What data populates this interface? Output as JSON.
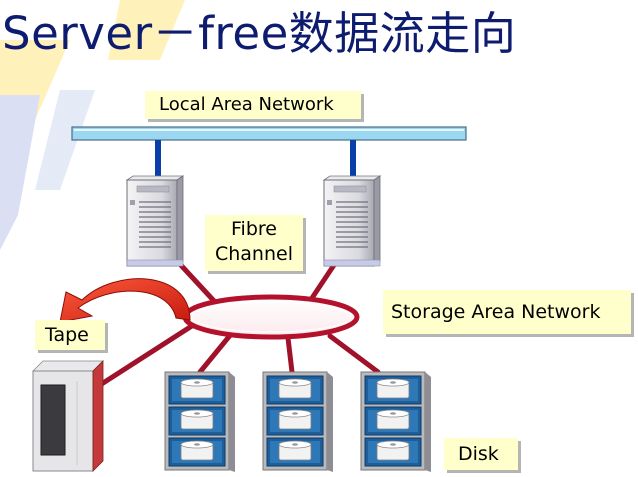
{
  "title": "Server－free数据流走向",
  "labels": {
    "lan": "Local Area Network",
    "fibre_line1": "Fibre",
    "fibre_line2": "Channel",
    "san": "Storage Area Network",
    "tape": "Tape",
    "disk": "Disk"
  },
  "colors": {
    "title": "#0d1c6e",
    "lan_bus": "#9cd7f2",
    "lan_link": "#0a3ea8",
    "san_link": "#a0112a",
    "san_ring": "#b4122c",
    "arrow": "#e5301e",
    "label_bg": "#ffffcc",
    "disk_frame": "#1d5f9b",
    "watermark_blue": "#d6dcf2",
    "watermark_yellow": "#fff0b3"
  },
  "icons": [
    "server-icon",
    "tape-drive-icon",
    "disk-array-icon",
    "flow-arrow-icon"
  ]
}
